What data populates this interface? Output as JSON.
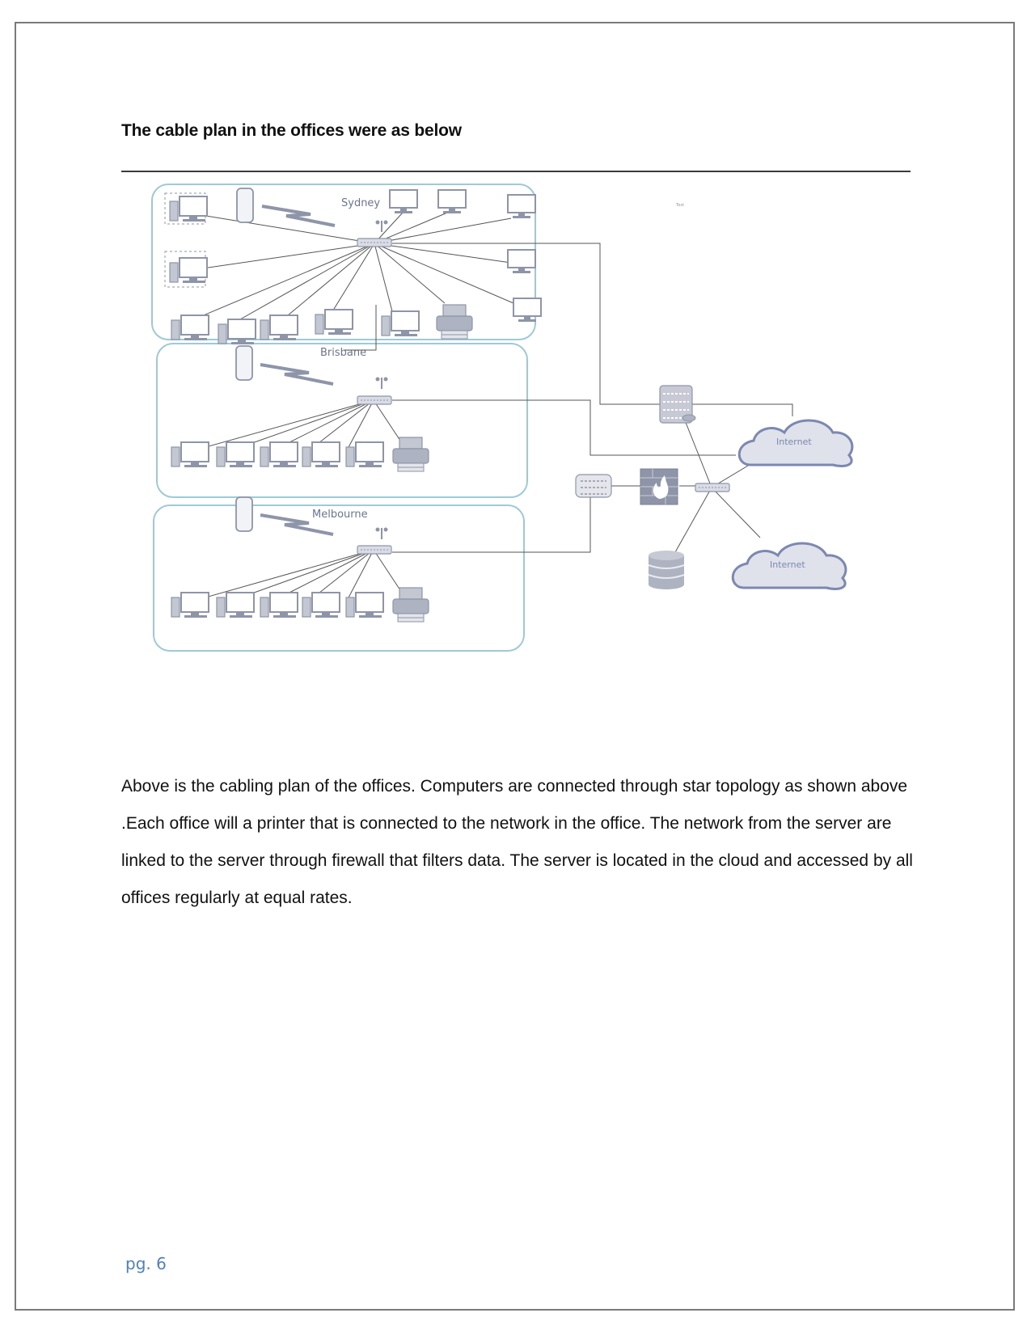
{
  "document": {
    "heading": "The cable plan in the offices were as below",
    "paragraph": "Above is the cabling plan of the offices. Computers are connected through star topology as shown above .Each office will a printer that is connected to the network in the office. The network from the server are linked to the server through firewall that filters data. The server is located in the cloud and accessed by all offices regularly at equal rates.",
    "footer": "pg. 6"
  },
  "diagram": {
    "offices": [
      {
        "label": "Sydney"
      },
      {
        "label": "Brisbane"
      },
      {
        "label": "Melbourne"
      }
    ],
    "clouds": [
      {
        "label": "Internet"
      },
      {
        "label": "Internet"
      }
    ],
    "stray_text": "Text",
    "colors": {
      "frame": "#9ec9d6",
      "device": "#8e95a8",
      "line": "#555555",
      "cloud_fill": "#dfe2ea",
      "cloud_stroke": "#7c88b0"
    }
  }
}
